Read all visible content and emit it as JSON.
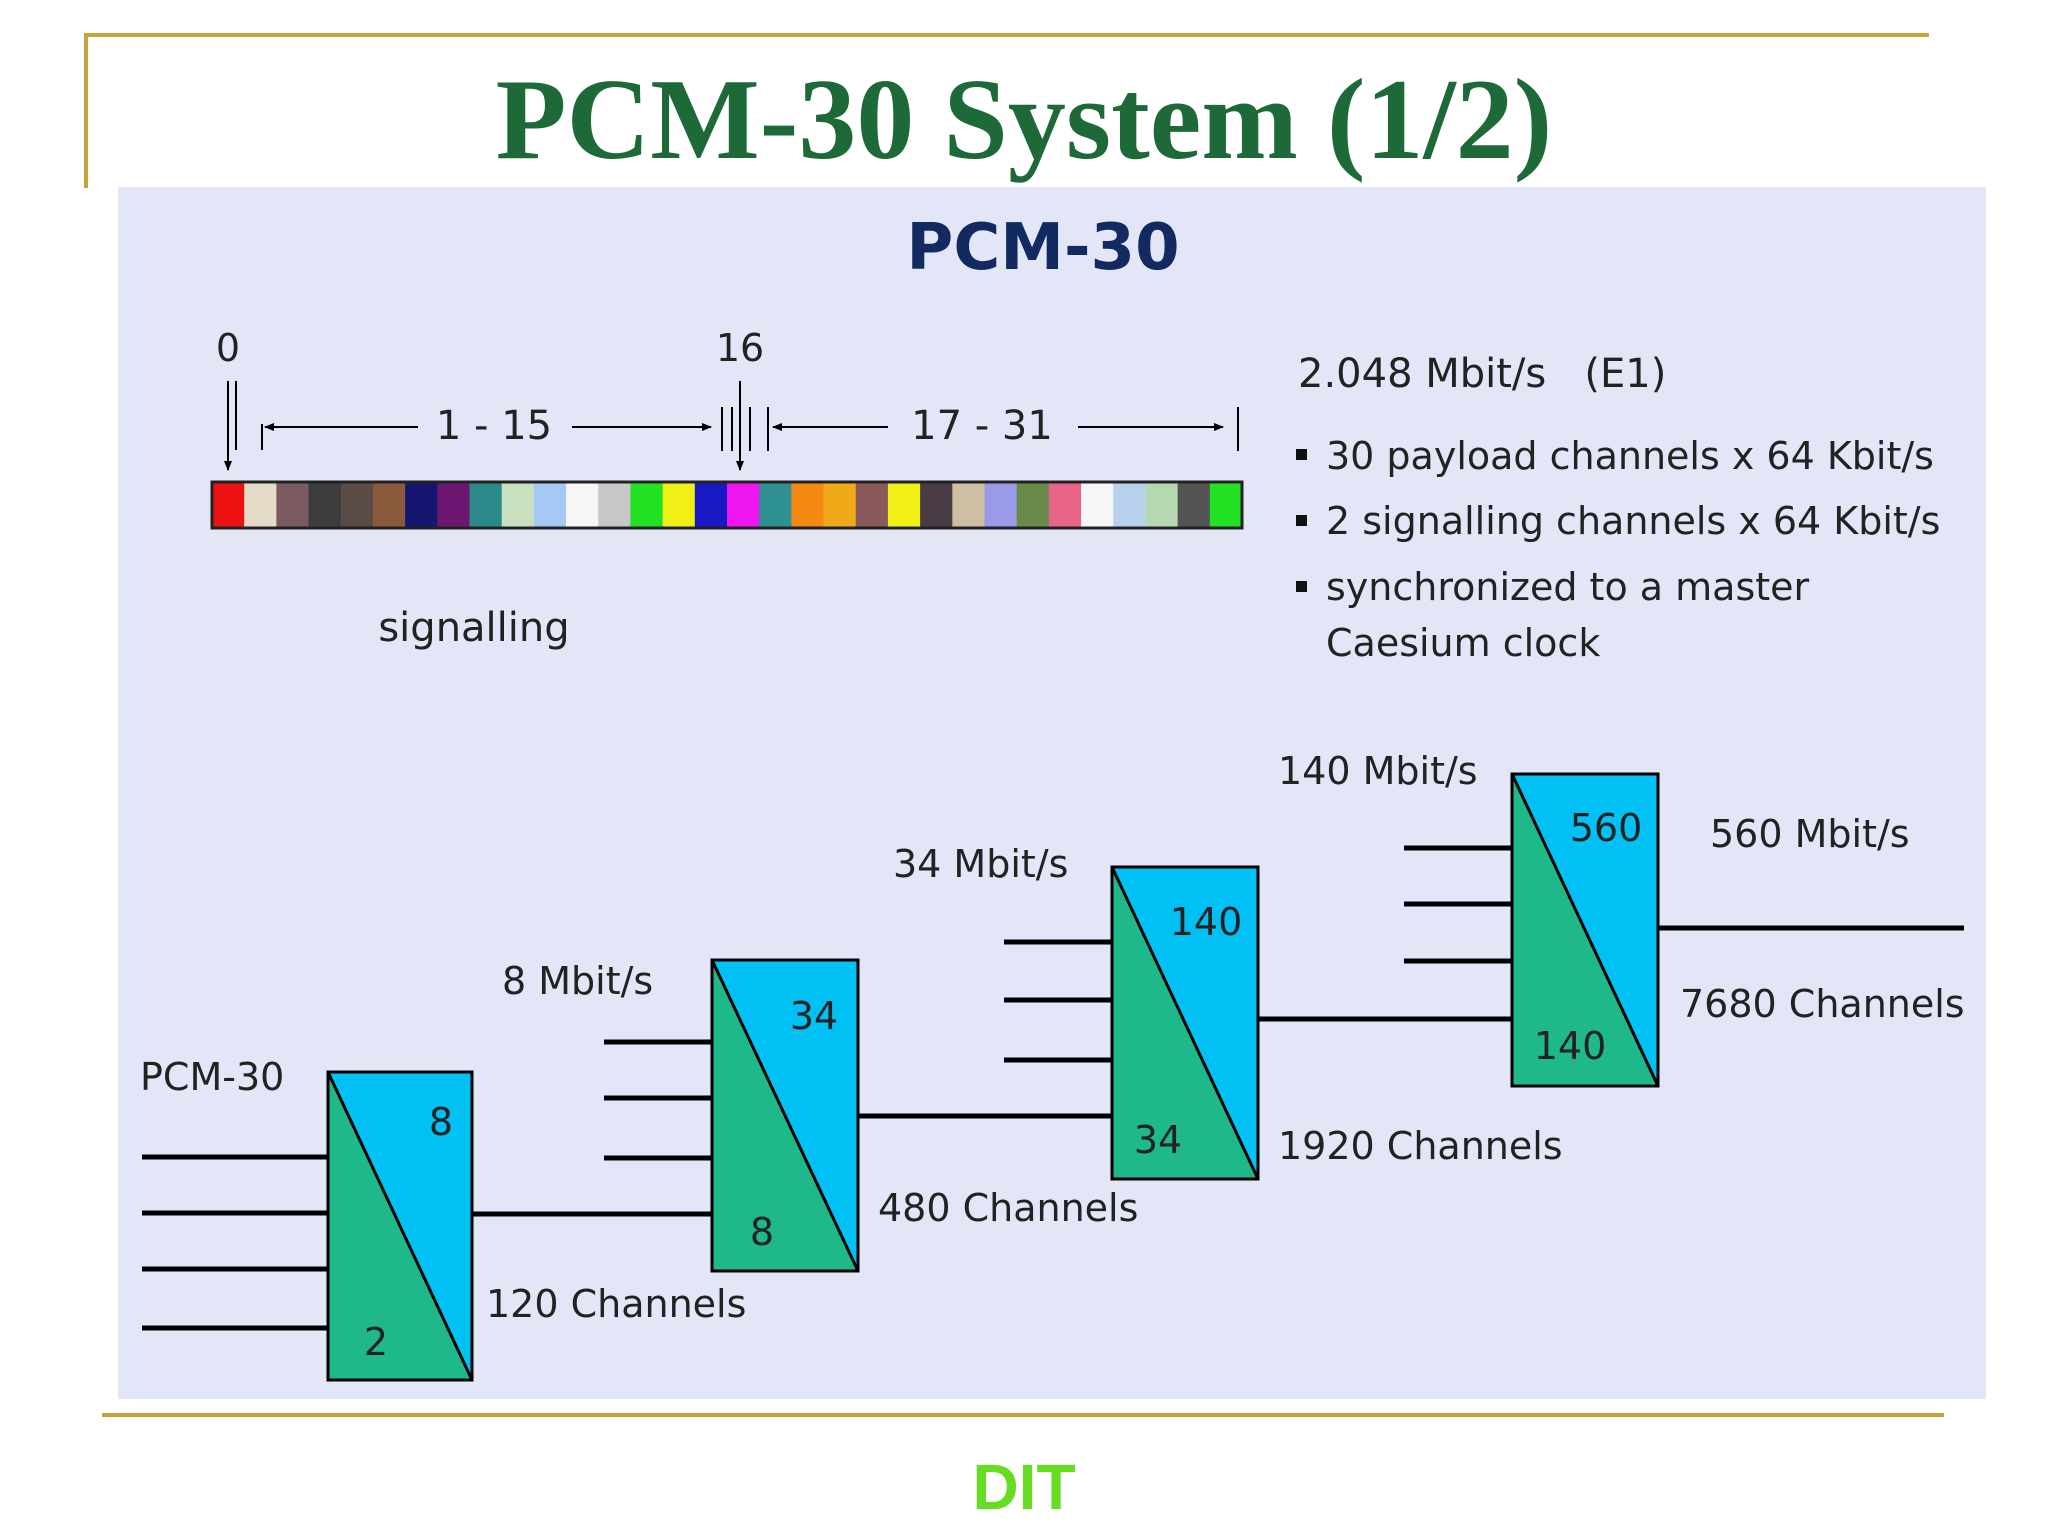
{
  "slide": {
    "title": "PCM-30 System (1/2)",
    "footer": "DIT"
  },
  "diagram": {
    "heading": "PCM-30",
    "frame": {
      "marker_0": "0",
      "marker_16": "16",
      "range_1": "1 - 15",
      "range_2": "17 - 31",
      "signalling_label": "signalling",
      "slot_colors": [
        "#ee1111",
        "#e4dcc8",
        "#7a5a5e",
        "#3c3c3c",
        "#5a4b46",
        "#8b5a3c",
        "#161670",
        "#6c1670",
        "#2a8a8a",
        "#c8e0c0",
        "#a6c8f4",
        "#f6f6f6",
        "#c8c8c8",
        "#22e022",
        "#f0f016",
        "#1818c4",
        "#f016f0",
        "#2e9090",
        "#f48a12",
        "#f0aa18",
        "#8a5a5a",
        "#f0f016",
        "#4a3c46",
        "#cebea2",
        "#9a9ae8",
        "#6a8a4a",
        "#e86488",
        "#f6f6f6",
        "#b8d2ee",
        "#b6d8b0",
        "#545454",
        "#22e022"
      ]
    },
    "info": {
      "rate": "2.048 Mbit/s   (E1)",
      "bullets": [
        "30 payload channels x 64 Kbit/s",
        "2 signalling channels x 64 Kbit/s",
        "synchronized to a master"
      ],
      "bullet_cont": "Caesium clock"
    },
    "hierarchy": {
      "pcm_label": "PCM-30",
      "mux": [
        {
          "top": "8",
          "bottom": "2",
          "rate": "8 Mbit/s",
          "channels": "120 Channels"
        },
        {
          "top": "34",
          "bottom": "8",
          "rate": "34 Mbit/s",
          "channels": "480 Channels"
        },
        {
          "top": "140",
          "bottom": "34",
          "rate": "140 Mbit/s",
          "channels": "1920 Channels"
        },
        {
          "top": "560",
          "bottom": "140",
          "rate": "560 Mbit/s",
          "channels": "7680 Channels"
        }
      ]
    },
    "colors": {
      "mux_top": "#00c0f4",
      "mux_bottom": "#1fb88a",
      "heading": "#122a60",
      "panel": "#e3e6f7"
    }
  }
}
